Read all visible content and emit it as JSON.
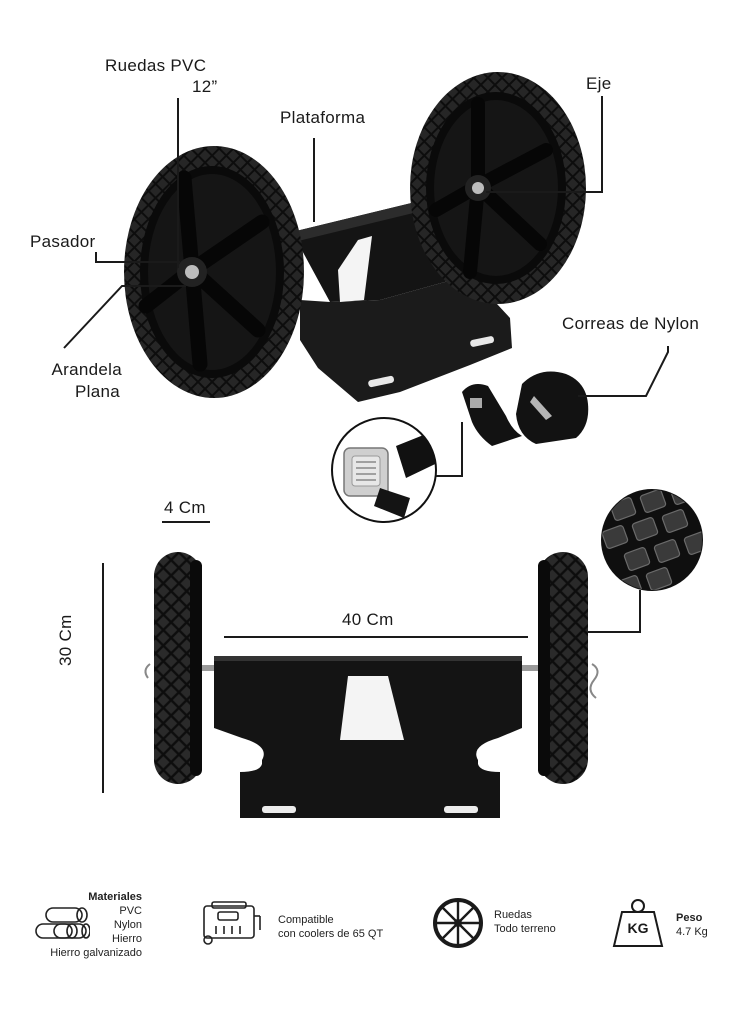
{
  "labels": {
    "wheels_title": "Ruedas PVC",
    "wheels_size": "12”",
    "platform": "Plataforma",
    "axle": "Eje",
    "pin": "Pasador",
    "washer_line1": "Arandela",
    "washer_line2": "Plana",
    "straps": "Correas de Nylon"
  },
  "dimensions": {
    "wheel_width": "4 Cm",
    "axle_length": "40 Cm",
    "height": "30 Cm"
  },
  "features": {
    "materials": {
      "title": "Materiales",
      "items": [
        "PVC",
        "Nylon",
        "Hierro",
        "Hierro galvanizado"
      ],
      "icon": "pipes-icon"
    },
    "compat": {
      "line1": "Compatible",
      "line2": "con coolers de 65 QT",
      "icon": "cooler-icon"
    },
    "wheels": {
      "line1": "Ruedas",
      "line2": "Todo terreno",
      "icon": "wheel-icon"
    },
    "weight": {
      "title": "Peso",
      "value": "4.7 Kg",
      "badge": "KG",
      "icon": "weight-icon"
    }
  },
  "colors": {
    "ink": "#111111",
    "line": "#1a1a1a",
    "metal": "#bdbdbd"
  }
}
